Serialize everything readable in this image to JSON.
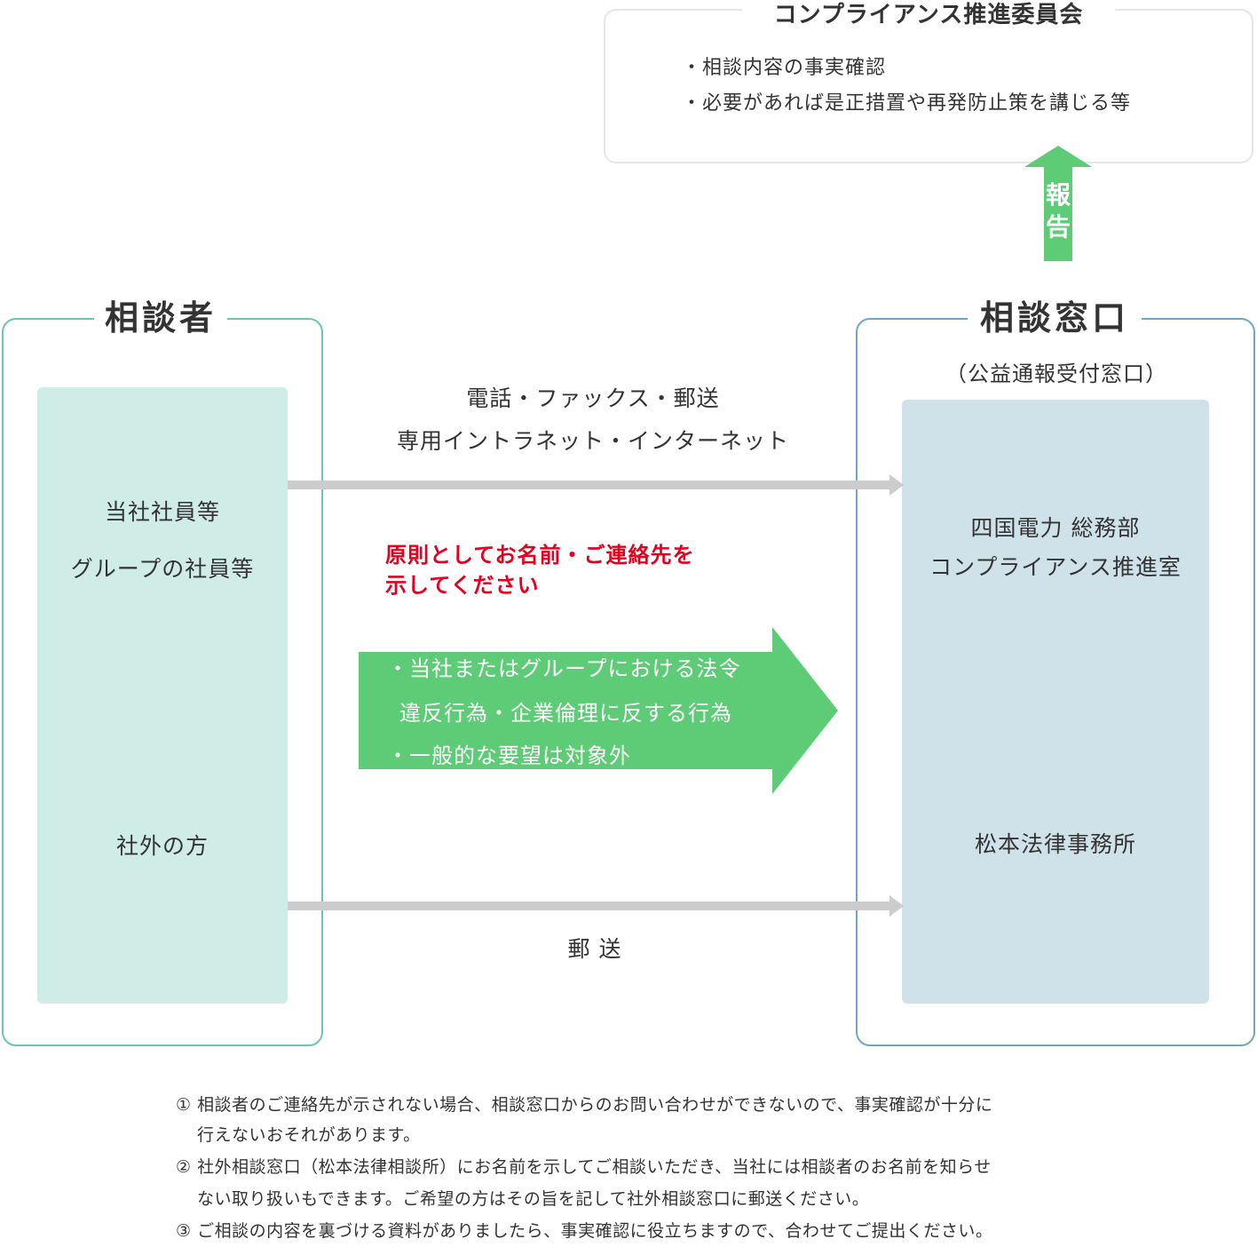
{
  "committee": {
    "title": "コンプライアンス推進委員会",
    "items": [
      "・相談内容の事実確認",
      "・必要があれば是正措置や再発防止策を講じる等"
    ]
  },
  "report_arrow": {
    "line1": "報",
    "line2": "告"
  },
  "consulter": {
    "title": "相談者",
    "group1_line1": "当社社員等",
    "group1_line2": "グループの社員等",
    "group2": "社外の方"
  },
  "desk": {
    "title": "相談窓口",
    "subtitle": "（公益通報受付窓口）",
    "internal_line1": "四国電力  総務部",
    "internal_line2": "コンプライアンス推進室",
    "external": "松本法律事務所"
  },
  "channels": {
    "top_line1": "電話・ファックス・郵送",
    "top_line2": "専用イントラネット・インターネット",
    "bottom": "郵 送"
  },
  "notice": {
    "line1": "原則としてお名前・ご連絡先を",
    "line2": "示してください"
  },
  "scope": {
    "line1": "・当社またはグループにおける法令",
    "line2": "違反行為・企業倫理に反する行為",
    "line3": "・一般的な要望は対象外"
  },
  "footnotes": [
    "① 相談者のご連絡先が示されない場合、相談窓口からのお問い合わせができないので、事実確認が十分に",
    "行えないおそれがあります。",
    "② 社外相談窓口（松本法律相談所）にお名前を示してご相談いただき、当社には相談者のお名前を知らせ",
    "ない取り扱いもできます。ご希望の方はその旨を記して社外相談窓口に郵送ください。",
    "③ ご相談の内容を裏づける資料がありましたら、事実確認に役立ちますので、合わせてご提出ください。"
  ],
  "colors": {
    "green": "#5ecc76",
    "teal_border": "#6cc4b6",
    "blue_border": "#6ea8c2",
    "left_panel": "#cfece6",
    "right_panel": "#cfe2ea",
    "gray_arrow": "#cccccc",
    "red": "#e60020"
  }
}
